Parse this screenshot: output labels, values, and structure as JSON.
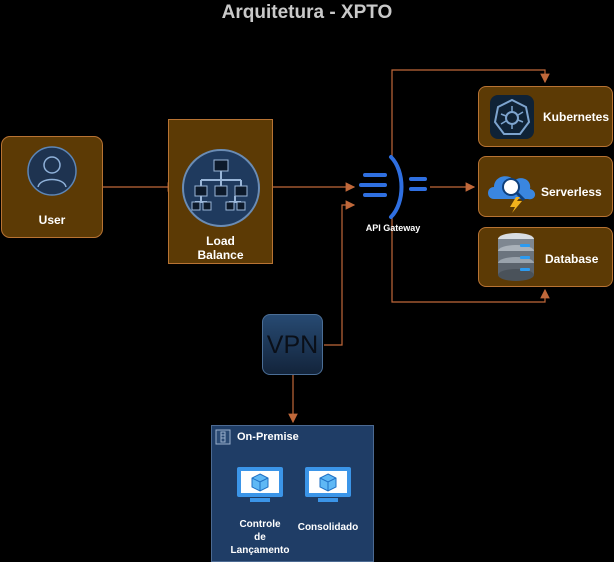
{
  "title": "Arquitetura - XPTO",
  "nodes": {
    "user": "User",
    "load_balance": "Load\nBalance",
    "api_gateway": "API Gateway",
    "kubernetes": "Kubernetes",
    "serverless": "Serverless",
    "database": "Database",
    "vpn": "VPN",
    "on_premise": "On-Premise",
    "controle": "Controle\nde\nLançamento",
    "consolidado": "Consolidado"
  },
  "colors": {
    "background": "#000000",
    "box_fill": "#5c3a05",
    "box_border": "#b87333",
    "connector": "#c0683a",
    "gateway_blue": "#2f6fe0",
    "onprem_fill": "#1f3d66"
  },
  "icons": [
    "user-icon",
    "load-balancer-icon",
    "api-gateway-icon",
    "kubernetes-icon",
    "serverless-icon",
    "database-icon",
    "server-icon",
    "virtual-machine-icon"
  ]
}
